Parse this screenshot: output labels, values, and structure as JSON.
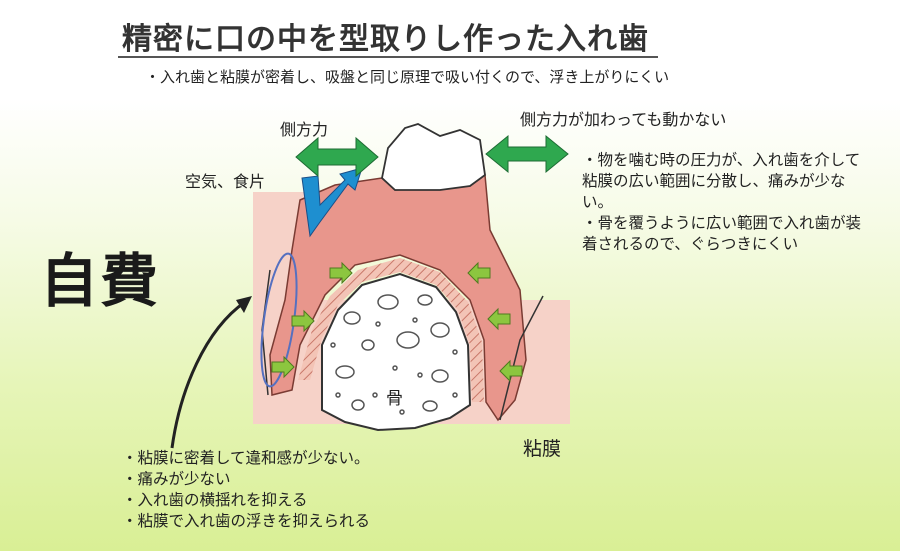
{
  "title": "精密に口の中を型取りし作った入れ歯",
  "subtitle": "・入れ歯と粘膜が密着し、吸盤と同じ原理で吸い付くので、浮き上がりにくい",
  "labels": {
    "lateral_force": "側方力",
    "lateral_force_no_move": "側方力が加わっても動かない",
    "air_food": "空気、食片",
    "self_pay": "自費",
    "mucosa": "粘膜",
    "bone": "骨"
  },
  "right_notes": [
    "・物を噛む時の圧力が、入れ歯を介して粘膜の広い範囲に分散し、痛みが少ない。",
    "・骨を覆うように広い範囲で入れ歯が装着されるので、ぐらつきにくい"
  ],
  "bottom_notes": [
    "・粘膜に密着して違和感が少ない。",
    "・痛みが少ない",
    "・入れ歯の横揺れを抑える",
    "・粘膜で入れ歯の浮きを抑えられる"
  ],
  "colors": {
    "arrow_green": "#2fa84f",
    "pressure_arrow": "#8cc63f",
    "denture_pink": "#e8968c",
    "gum_pink": "#f6d2c8",
    "air_blue": "#1e8fd0"
  }
}
